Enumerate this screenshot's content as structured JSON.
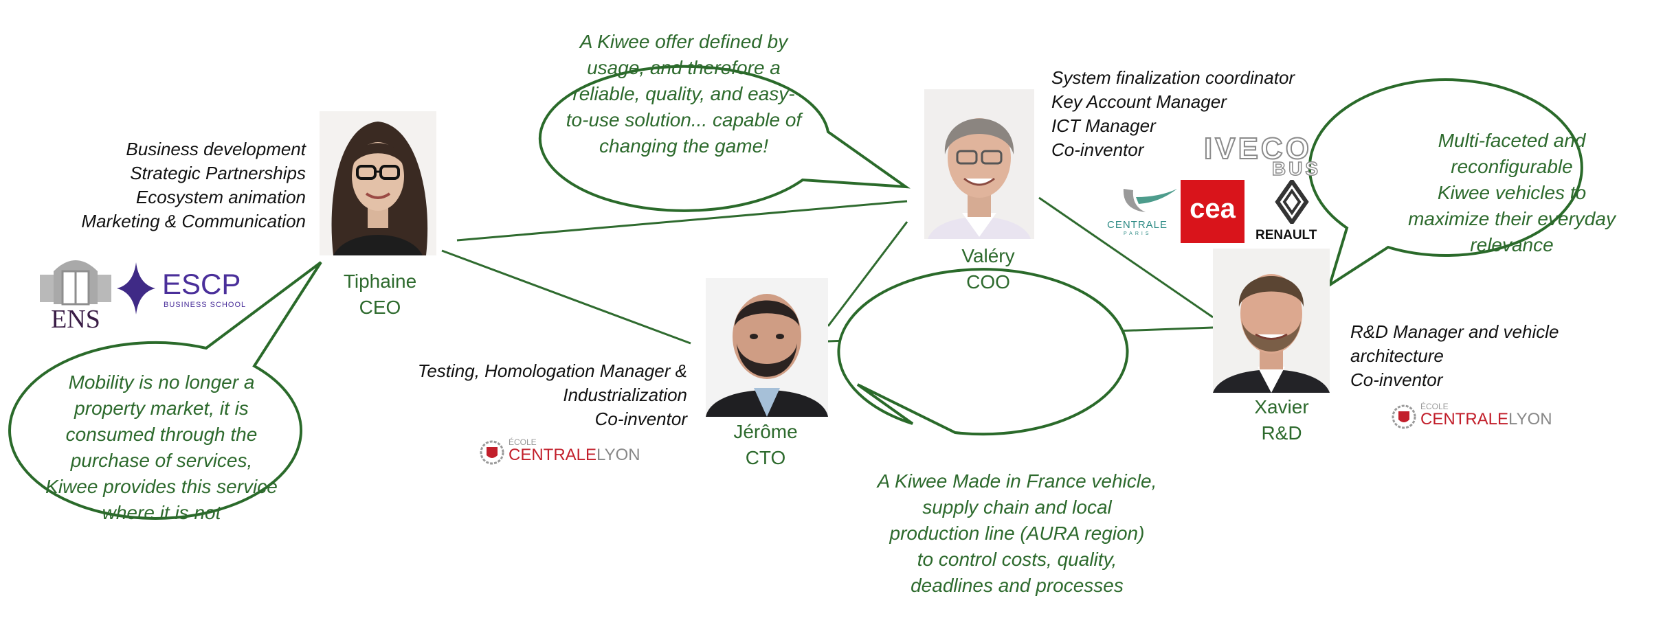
{
  "colors": {
    "accent": "#2d6a2d",
    "line": "#2f6b2f",
    "text": "#111111"
  },
  "people": {
    "tiphaine": {
      "name": "Tiphaine",
      "title": "CEO",
      "roles": [
        "Business development",
        "Strategic Partnerships",
        "Ecosystem animation",
        "Marketing & Communication"
      ],
      "quote": [
        "Mobility is no longer a",
        "property market, it is",
        "consumed through the",
        "purchase of services,",
        "Kiwee provides this service",
        "where it is not"
      ]
    },
    "valery": {
      "name": "Valéry",
      "title": "COO",
      "roles": [
        "System finalization coordinator",
        "Key Account Manager",
        "ICT Manager",
        "Co-inventor"
      ],
      "quote": [
        "A Kiwee offer defined by",
        "usage, and therefore a",
        "reliable, quality, and easy-",
        "to-use solution... capable of",
        "changing the game!"
      ]
    },
    "jerome": {
      "name": "Jérôme",
      "title": "CTO",
      "roles": [
        "Testing, Homologation Manager &",
        "Industrialization",
        "Co-inventor"
      ],
      "quote": [
        "A Kiwee Made in France vehicle,",
        "supply chain and local",
        "production line (AURA region)",
        "to control costs, quality,",
        "deadlines and processes"
      ]
    },
    "xavier": {
      "name": "Xavier",
      "title": "R&D",
      "roles": [
        "R&D Manager and vehicle",
        "architecture",
        "Co-inventor"
      ],
      "quote": [
        "Multi-faceted and",
        "reconfigurable",
        "Kiwee vehicles to",
        "maximize their everyday",
        "relevance"
      ]
    }
  },
  "logos": {
    "ens": "ENS",
    "escp": {
      "main": "ESCP",
      "sub": "BUSINESS SCHOOL"
    },
    "iveco": {
      "main": "IVECO",
      "sub": "BUS"
    },
    "centrale_paris": {
      "main": "CENTRALE",
      "sub": "PARIS"
    },
    "cea": "cea",
    "renault": "RENAULT",
    "ecl": {
      "small": "ÉCOLE",
      "main_a": "CENTRALE",
      "main_b": "LYON"
    }
  }
}
